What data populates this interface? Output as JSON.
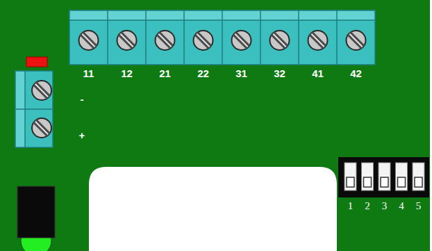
{
  "diagram": {
    "labels": [
      "11",
      "12",
      "21",
      "22",
      "31",
      "32",
      "41",
      "42",
      "-",
      "+",
      "1",
      "2",
      "3",
      "4",
      "5"
    ]
  }
}
